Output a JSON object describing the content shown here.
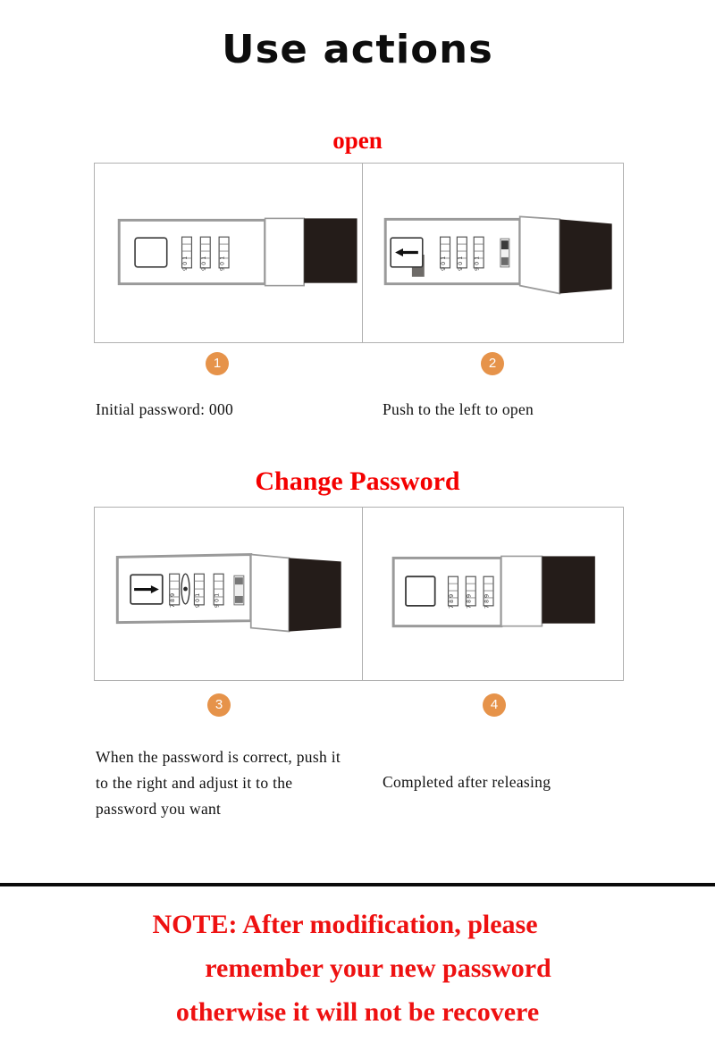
{
  "page": {
    "title": "Use actions"
  },
  "sections": [
    {
      "id": "open",
      "heading": "open"
    },
    {
      "id": "change",
      "heading": "Change Password"
    }
  ],
  "steps": [
    {
      "number": "1",
      "caption": "Initial password: 000",
      "illustration": {
        "name": "lock-closed-initial",
        "state": "closed",
        "dials": [
          "0",
          "0",
          "0"
        ],
        "button": "plain",
        "arrow": "none"
      }
    },
    {
      "number": "2",
      "caption": "Push to the left to open",
      "illustration": {
        "name": "lock-push-left",
        "state": "open",
        "dials": [
          "0",
          "0",
          "0"
        ],
        "button": "arrow",
        "arrow": "left"
      }
    },
    {
      "number": "3",
      "caption": "When the password is correct, push it to the right and adjust it to the password you want",
      "caption_lines": [
        "When the password is",
        "correct, push it to the",
        "right and adjust it to",
        "the password you want"
      ],
      "illustration": {
        "name": "lock-push-right-adjust",
        "state": "open",
        "dials": [
          "8",
          "0",
          "0"
        ],
        "button": "arrow",
        "arrow": "right",
        "rotating_dial": 1
      }
    },
    {
      "number": "4",
      "caption": "Completed after releasing",
      "illustration": {
        "name": "lock-closed-new-password",
        "state": "closed",
        "dials": [
          "8",
          "8",
          "8"
        ],
        "button": "plain",
        "arrow": "none"
      }
    }
  ],
  "note": {
    "lines": [
      "NOTE: After modification, please",
      "remember your new password",
      "otherwise it will not be recovere"
    ]
  },
  "colors": {
    "heading_red": "#f40000",
    "note_red": "#ee1111",
    "badge_orange": "#e6934a",
    "panel_border": "#b0b0b0",
    "lock_body_border": "#9a9a9a",
    "shackle_dark": "#241c19",
    "title_black": "#0d0d0d"
  }
}
